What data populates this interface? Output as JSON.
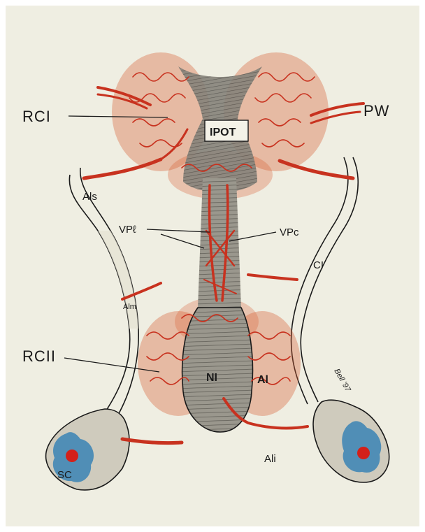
{
  "labels": {
    "rc1": "RCI",
    "pw": "PW",
    "ipot": "IPOT",
    "als": "Als",
    "vpl": "VPℓ",
    "vpc": "VPc",
    "ci": "CI",
    "alm": "Alm",
    "rc2": "RCII",
    "ni": "NI",
    "al": "Al",
    "ali": "Ali",
    "sc": "SC",
    "signature": "Bell '97"
  },
  "colors": {
    "paper": "#efeee2",
    "border": "#ffffff",
    "vessel": "#c8321f",
    "vessel_dark": "#9c2414",
    "ink": "#1a1a1a",
    "stalk": "#8e8b82",
    "shadow": "#3c3b38",
    "cord_fill": "#e6e2d3",
    "sc_blue": "#3f85b5",
    "sc_red": "#d3201a"
  }
}
